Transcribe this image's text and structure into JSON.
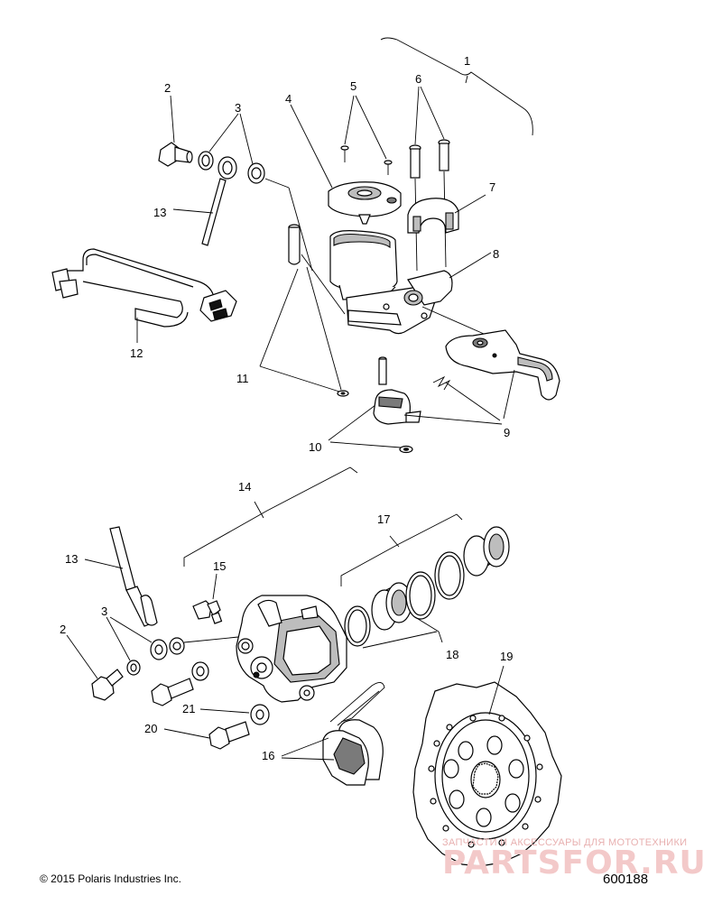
{
  "callouts": {
    "c1": "1",
    "c2a": "2",
    "c3a": "3",
    "c4": "4",
    "c5": "5",
    "c6": "6",
    "c7": "7",
    "c8": "8",
    "c9": "9",
    "c10": "10",
    "c11": "11",
    "c12": "12",
    "c13a": "13",
    "c14": "14",
    "c13b": "13",
    "c15": "15",
    "c17": "17",
    "c3b": "3",
    "c2b": "2",
    "c18": "18",
    "c19": "19",
    "c21": "21",
    "c20": "20",
    "c16": "16"
  },
  "footer": {
    "copyright": "© 2015 Polaris Industries Inc.",
    "doc_number": "600188"
  },
  "watermark": {
    "tagline": "ЗАПЧАСТИ И АКСЕССУАРЫ ДЛЯ МОТОТЕХНИКИ",
    "logo": "PARTSFOR.RU"
  }
}
